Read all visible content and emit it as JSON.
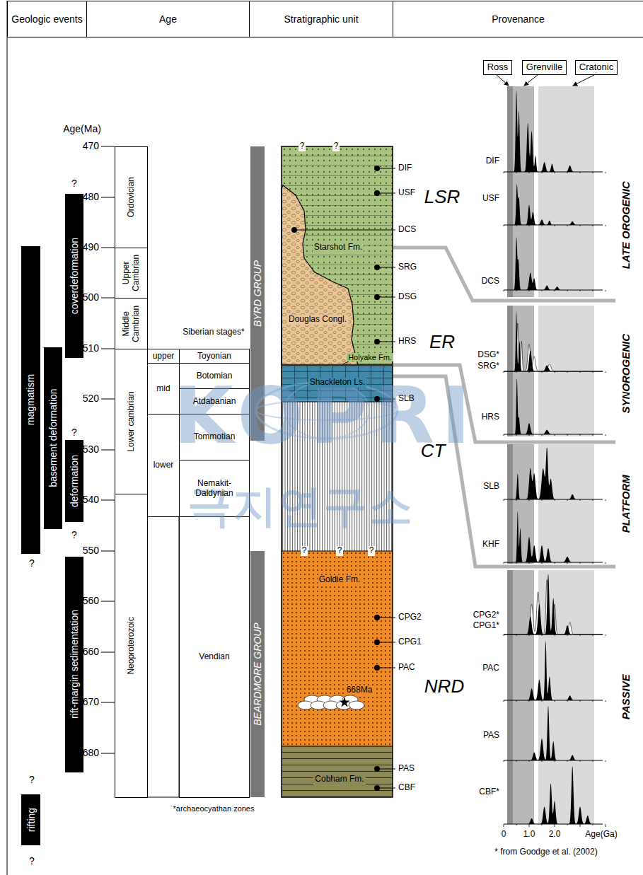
{
  "diagram": {
    "nodes": [
      {
        "text": [
          "Geologic events"
        ]
      },
      {
        "text": [
          "Age"
        ]
      },
      {
        "text": [
          "Stratigraphic unit"
        ]
      },
      {
        "text": [
          "Provenance"
        ]
      },
      {
        "text": [
          "magmatism"
        ]
      },
      {
        "text": [
          "basement deformation"
        ]
      },
      {
        "text": [
          "deformation"
        ]
      },
      {
        "text": [
          "coverdeformation"
        ]
      },
      {
        "text": [
          "rift-margin sedimentation"
        ]
      },
      {
        "text": [
          "rifting"
        ]
      },
      {
        "text": [
          "Ordovician"
        ]
      },
      {
        "text": [
          "Upper Cambrian"
        ]
      },
      {
        "text": [
          "Middle Cambrian"
        ]
      },
      {
        "text": [
          "Lower cambrian"
        ]
      },
      {
        "text": [
          "Neoproterozoic"
        ]
      },
      {
        "text": [
          "upper"
        ]
      },
      {
        "text": [
          "mid"
        ]
      },
      {
        "text": [
          "lower"
        ]
      },
      {
        "text": [
          "Toyonian"
        ]
      },
      {
        "text": [
          "Botomian"
        ]
      },
      {
        "text": [
          "Atdabanian"
        ]
      },
      {
        "text": [
          "Tommotian"
        ]
      },
      {
        "text": [
          "Nemakit-Daldynian"
        ]
      },
      {
        "text": [
          "Vendian"
        ]
      },
      {
        "text": [
          "BYRD GROUP"
        ]
      },
      {
        "text": [
          "BEARDMORE GROUP"
        ]
      },
      {
        "text": [
          "Starshot Fm."
        ]
      },
      {
        "text": [
          "Douglas Congl."
        ],
        "in": 26
      },
      {
        "text": [
          "Shackleton Ls."
        ]
      },
      {
        "text": [
          "Goldie Fm."
        ]
      },
      {
        "text": [
          "Cobham Fm."
        ]
      },
      {
        "text": [
          "Ross"
        ]
      },
      {
        "text": [
          "Grenville"
        ]
      },
      {
        "text": [
          "Cratonic"
        ]
      }
    ],
    "labels": [
      "?",
      "?",
      "?",
      "?",
      "?",
      "?",
      "Age(Ma)",
      "470",
      "480",
      "490",
      "500",
      "510",
      "520",
      "530",
      "540",
      "550",
      "560",
      "660",
      "670",
      "680",
      "Siberian stages*",
      "*archaeocyathan zones",
      "?",
      "?",
      "Holyake Fm.",
      "?",
      "?",
      "?",
      "668Ma",
      "DIF",
      "USF",
      "DCS",
      "SRG",
      "DSG",
      "HRS",
      "SLB",
      "CPG2",
      "CPG1",
      "PAC",
      "PAS",
      "CBF",
      "LSR",
      "ER",
      "CT",
      "NRD",
      "DIF",
      "USF",
      "DCS",
      "DSG*",
      "SRG*",
      "HRS",
      "SLB",
      "KHF",
      "CPG2*",
      "CPG1*",
      "PAC",
      "PAS",
      "CBF*",
      "0",
      "1.0",
      "2.0",
      "Age(Ga)",
      "* from Goodge et al. (2002)",
      "LATE OROGENIC",
      "SYNOROGENIC",
      "PLATFORM",
      "PASSIVE",
      "KOPRI",
      "극지연구소"
    ]
  }
}
